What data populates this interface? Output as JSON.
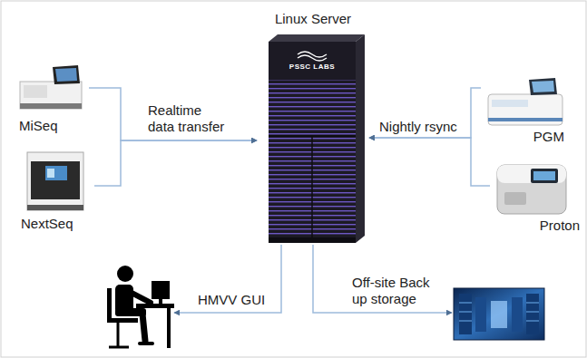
{
  "diagram": {
    "nodes": [
      {
        "text": [
          "Linux Server"
        ]
      },
      {
        "text": [
          "MiSeq"
        ]
      },
      {
        "text": [
          "NextSeq"
        ]
      },
      {
        "text": [
          "PGM"
        ]
      },
      {
        "text": [
          "Proton"
        ]
      },
      {
        "text": []
      },
      {
        "text": []
      }
    ],
    "edges": [
      {
        "from": 1,
        "to": 0,
        "arrow": "to",
        "label": "Realtime data transfer"
      },
      {
        "from": 2,
        "to": 0,
        "arrow": "to"
      },
      {
        "from": 3,
        "to": 0,
        "arrow": "to",
        "label": "Nightly rsync"
      },
      {
        "from": 4,
        "to": 0,
        "arrow": "to"
      },
      {
        "from": 0,
        "to": 5,
        "arrow": "to",
        "label": "HMVV GUI"
      },
      {
        "from": 0,
        "to": 6,
        "arrow": "to",
        "label": "Off-site Back up storage"
      }
    ],
    "labels": [
      "PSSC LABS"
    ]
  }
}
